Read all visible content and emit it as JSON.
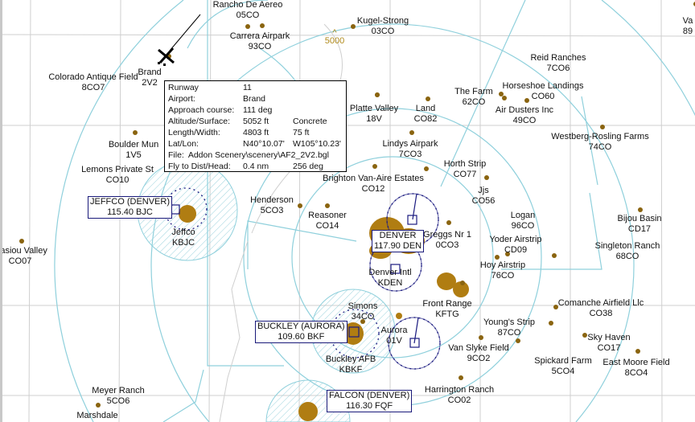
{
  "colors": {
    "grid": "#c9c9c9",
    "airspace": "#8fd0dc",
    "navaid": "#1a1a80",
    "airport_fill": "#b07d12",
    "contour": "#b08a1a"
  },
  "contour_label": "5000",
  "aircraft": {
    "icon": "airplane-icon"
  },
  "airports": [
    {
      "name": "Rancho De Aereo",
      "ident": "05CO"
    },
    {
      "name": "Carrera Airpark",
      "ident": "93CO"
    },
    {
      "name": "Kugel-Strong",
      "ident": "03CO"
    },
    {
      "name": "Va",
      "ident": "89"
    },
    {
      "name": "Brand",
      "ident": "2V2"
    },
    {
      "name": "Colorado Antique Field",
      "ident": "8CO7"
    },
    {
      "name": "Reid Ranches",
      "ident": "7CO6"
    },
    {
      "name": "Horseshoe Landings",
      "ident": "CO60"
    },
    {
      "name": "The Farm",
      "ident": "62CO"
    },
    {
      "name": "Platte Valley",
      "ident": "18V"
    },
    {
      "name": "Land",
      "ident": "CO82"
    },
    {
      "name": "Air Dusters Inc",
      "ident": "49CO"
    },
    {
      "name": "Westberg-Rosling Farms",
      "ident": "74CO"
    },
    {
      "name": "Boulder Mun",
      "ident": "1V5"
    },
    {
      "name": "Lindys Airpark",
      "ident": "7CO3"
    },
    {
      "name": "Lemons Private St",
      "ident": "CO10"
    },
    {
      "name": "Horth Strip",
      "ident": "CO77"
    },
    {
      "name": "Brighton Van-Aire Estates",
      "ident": "CO12"
    },
    {
      "name": "Jjs",
      "ident": "CO56"
    },
    {
      "name": "Henderson",
      "ident": "5CO3"
    },
    {
      "name": "Reasoner",
      "ident": "CO14"
    },
    {
      "name": "Logan",
      "ident": "96CO"
    },
    {
      "name": "Bijou Basin",
      "ident": "CD17"
    },
    {
      "name": "Greggs Nr 1",
      "ident": "0CO3"
    },
    {
      "name": "Yoder Airstrip",
      "ident": "CD09"
    },
    {
      "name": "Singleton Ranch",
      "ident": "68CO"
    },
    {
      "name": "Jeffco",
      "ident": "KBJC"
    },
    {
      "name": "Masiou Valley",
      "ident": "CO07"
    },
    {
      "name": "Hoy Airstrip",
      "ident": "76CO"
    },
    {
      "name": "Denver Intl",
      "ident": "KDEN"
    },
    {
      "name": "Front Range",
      "ident": "KFTG"
    },
    {
      "name": "Comanche Airfield Llc",
      "ident": "CO38"
    },
    {
      "name": "Simons",
      "ident": "34CO"
    },
    {
      "name": "Aurora",
      "ident": "01V"
    },
    {
      "name": "Young's Strip",
      "ident": "87CO"
    },
    {
      "name": "Sky Haven",
      "ident": "CO17"
    },
    {
      "name": "Van Slyke Field",
      "ident": "9CO2"
    },
    {
      "name": "Buckley AFB",
      "ident": "KBKF"
    },
    {
      "name": "Spickard Farm",
      "ident": "5CO4"
    },
    {
      "name": "East Moore Field",
      "ident": "8CO4"
    },
    {
      "name": "Harrington Ranch",
      "ident": "CO02"
    },
    {
      "name": "Meyer Ranch",
      "ident": "5CO6"
    },
    {
      "name": "Marshdale",
      "ident": ""
    }
  ],
  "navaids": [
    {
      "name": "JEFFCO (DENVER)",
      "freq": "115.40 BJC"
    },
    {
      "name": "DENVER",
      "freq": "117.90 DEN"
    },
    {
      "name": "BUCKLEY (AURORA)",
      "freq": "109.60 BKF"
    },
    {
      "name": "FALCON (DENVER)",
      "freq": "116.30 FQF"
    }
  ],
  "tooltip": {
    "rows": [
      {
        "label": "Runway",
        "value": "11",
        "extra": ""
      },
      {
        "label": "Airport:",
        "value": "Brand",
        "extra": ""
      },
      {
        "label": "Approach course:",
        "value": "111 deg",
        "extra": ""
      },
      {
        "label": "Altitude/Surface:",
        "value": "5052 ft",
        "extra": "Concrete"
      },
      {
        "label": "Length/Width:",
        "value": "4803 ft",
        "extra": "75 ft"
      },
      {
        "label": "Lat/Lon:",
        "value": "N40°10.07'",
        "extra": "W105°10.23'"
      },
      {
        "label": "File:",
        "value": "Addon Scenery\\scenery\\AF2_2V2.bgl",
        "extra": ""
      },
      {
        "label": "Fly to Dist/Head:",
        "value": "0.4 nm",
        "extra": "256 deg"
      }
    ]
  }
}
